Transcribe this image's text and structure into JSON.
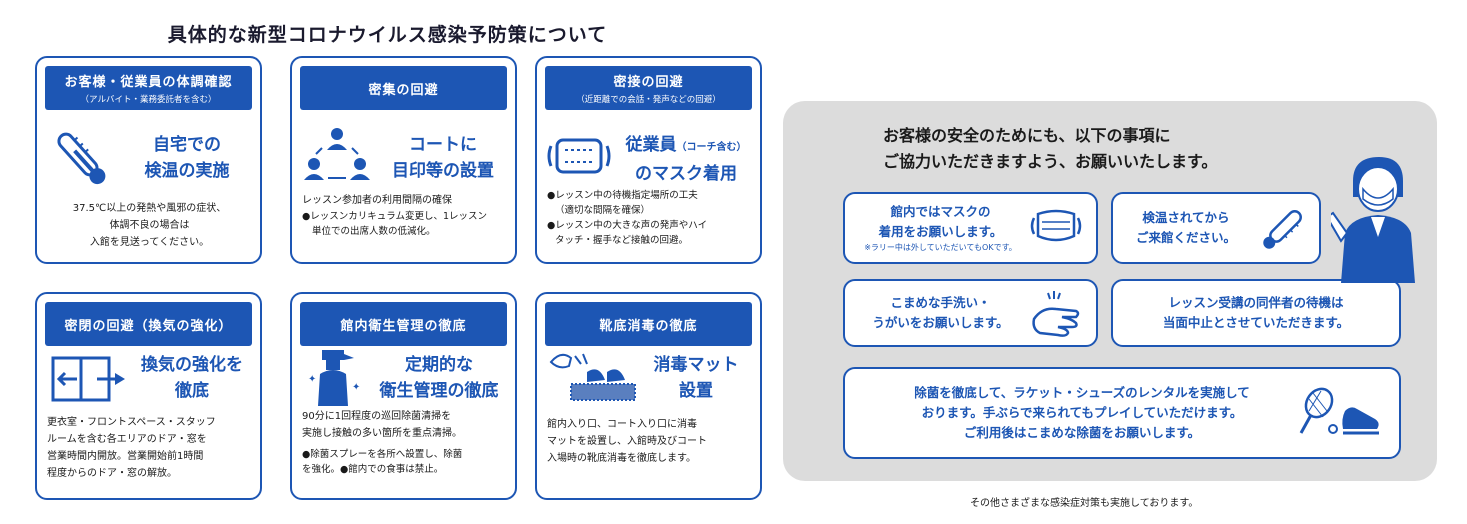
{
  "title": "具体的な新型コロナウイルス感染予防策について",
  "colors": {
    "brand": "#1d56b4",
    "panel": "#dcdcdc"
  },
  "cards": [
    {
      "head": "お客様・従業員の体調確認",
      "sub": "（アルバイト・業務委託者を含む）",
      "catch": [
        "自宅での",
        "検温の実施"
      ],
      "desc": [
        "37.5℃以上の発熱や風邪の症状、",
        "体調不良の場合は",
        "入館を見送ってください。"
      ],
      "icon": "thermometer-icon"
    },
    {
      "head": "密集の回避",
      "catch": [
        "コートに",
        "目印等の設置"
      ],
      "desc": [
        "レッスン参加者の利用間隔の確保",
        "●レッスンカリキュラム変更し、1レッスン",
        "単位での出席人数の低減化。"
      ],
      "icon": "distancing-people-icon"
    },
    {
      "head": "密接の回避",
      "sub": "（近距離での会話・発声などの回避）",
      "catch": [
        "従業員",
        "（コーチ含む）",
        "のマスク着用"
      ],
      "desc": [
        "●レッスン中の待機指定場所の工夫",
        "（適切な間隔を確保）",
        "●レッスン中の大きな声の発声やハイ",
        "タッチ・握手など接触の回避。"
      ],
      "icon": "mask-icon"
    },
    {
      "head": "密閉の回避（換気の強化）",
      "catch": [
        "換気の強化を",
        "徹底"
      ],
      "desc": [
        "更衣室・フロントスペース・スタッフ",
        "ルームを含む各エリアのドア・窓を",
        "営業時間内開放。営業開始前1時間",
        "程度からのドア・窓の解放。"
      ],
      "icon": "ventilation-door-icon"
    },
    {
      "head": "館内衛生管理の徹底",
      "catch": [
        "定期的な",
        "衛生管理の徹底"
      ],
      "desc": [
        "90分に1回程度の巡回除菌清掃を",
        "実施し接触の多い箇所を重点清掃。",
        "●除菌スプレーを各所へ設置し、除菌",
        "を強化。●館内での食事は禁止。"
      ],
      "icon": "spray-bottle-icon"
    },
    {
      "head": "靴底消毒の徹底",
      "catch": [
        "消毒マット",
        "設置"
      ],
      "desc": [
        "館内入り口、コート入り口に消毒",
        "マットを設置し、入館時及びコート",
        "入場時の靴底消毒を徹底します。"
      ],
      "icon": "disinfection-mat-icon"
    }
  ],
  "panel": {
    "heading": [
      "お客様の安全のためにも、以下の事項に",
      "ご協力いただきますよう、お願いいたします。"
    ],
    "boxes": [
      {
        "text": [
          "館内ではマスクの",
          "着用をお願いします。"
        ],
        "note": "※ラリー中は外していただいてもOKです。",
        "icon": "mask-icon"
      },
      {
        "text": [
          "検温されてから",
          "ご来館ください。"
        ],
        "icon": "thermometer-icon"
      },
      {
        "text": [
          "こまめな手洗い・",
          "うがいをお願いします。"
        ],
        "icon": "handwash-icon"
      },
      {
        "text": [
          "レッスン受講の同伴者の待機は",
          "当面中止とさせていただきます。"
        ]
      },
      {
        "text": [
          "除菌を徹底して、ラケット・シューズのレンタルを実施して",
          "おります。手ぶらで来られてもプレイしていただけます。",
          "ご利用後はこまめな除菌をお願いします。"
        ],
        "icon": "racket-shoes-icon"
      }
    ],
    "staff_icon": "masked-staff-icon"
  },
  "footer": "その他さまざまな感染症対策も実施しております。"
}
